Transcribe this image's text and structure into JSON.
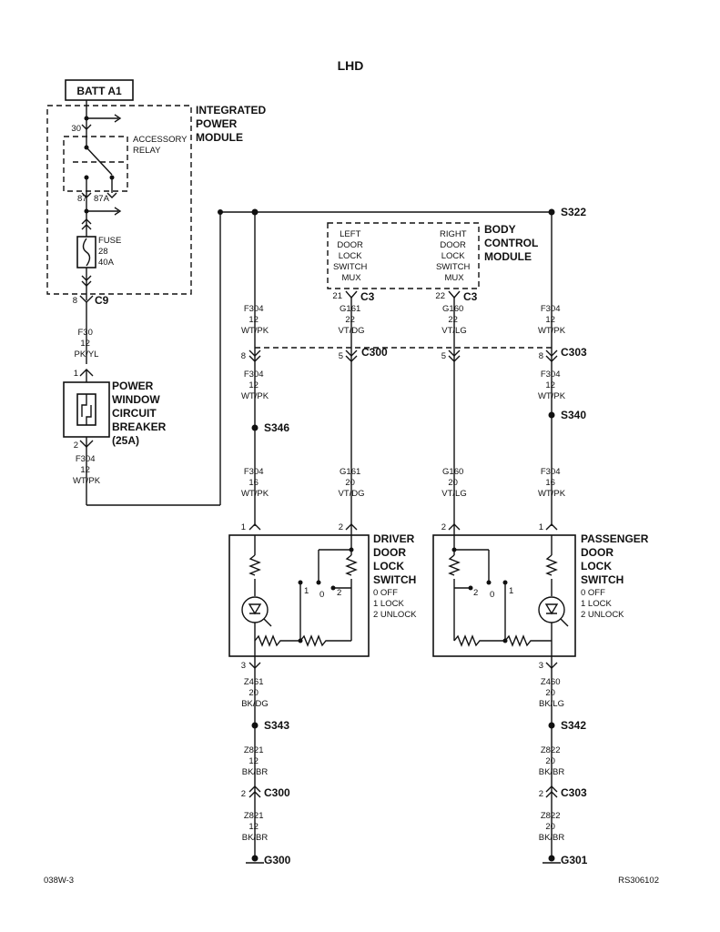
{
  "title": "LHD",
  "batt_label": "BATT A1",
  "ipm": {
    "label": "INTEGRATED POWER MODULE",
    "lines": [
      "INTEGRATED",
      "POWER",
      "MODULE"
    ],
    "relay_lines": [
      "ACCESSORY",
      "RELAY"
    ],
    "pin30": "30",
    "pin87": "87",
    "pin87a": "87A",
    "fuse_lines": [
      "FUSE",
      "28",
      "40A"
    ],
    "c9_pin": "8",
    "c9": "C9"
  },
  "f30_wire": [
    "F30",
    "12",
    "PK/YL"
  ],
  "breaker": {
    "lines": [
      "POWER",
      "WINDOW",
      "CIRCUIT",
      "BREAKER",
      "(25A)"
    ],
    "pin1": "1",
    "pin2": "2"
  },
  "f304_bottom": [
    "F304",
    "12",
    "WT/PK"
  ],
  "bcm": {
    "left_lines": [
      "LEFT",
      "DOOR",
      "LOCK",
      "SWITCH",
      "MUX"
    ],
    "right_lines": [
      "RIGHT",
      "DOOR",
      "LOCK",
      "SWITCH",
      "MUX"
    ],
    "label_lines": [
      "BODY",
      "CONTROL",
      "MODULE"
    ],
    "pin21": "21",
    "pin22": "22",
    "c3": "C3"
  },
  "splices": {
    "s322": "S322",
    "s346": "S346",
    "s340": "S340",
    "s343": "S343",
    "s342": "S342"
  },
  "connectors": {
    "c300": "C300",
    "c303": "C303",
    "pin8": "8",
    "pin5": "5",
    "pin2": "2"
  },
  "wires": {
    "left_upper": [
      "F304",
      "12",
      "WT/PK"
    ],
    "left_mid": [
      "F304",
      "12",
      "WT/PK"
    ],
    "left_low": [
      "F304",
      "16",
      "WT/PK"
    ],
    "g161_upper": [
      "G161",
      "22",
      "VT/DG"
    ],
    "g161_low": [
      "G161",
      "20",
      "VT/DG"
    ],
    "g160_upper": [
      "G160",
      "22",
      "VT/LG"
    ],
    "g160_low": [
      "G160",
      "20",
      "VT/LG"
    ],
    "right_upper": [
      "F304",
      "12",
      "WT/PK"
    ],
    "right_mid": [
      "F304",
      "12",
      "WT/PK"
    ],
    "right_low": [
      "F304",
      "16",
      "WT/PK"
    ],
    "z461": [
      "Z461",
      "20",
      "BK/DG"
    ],
    "z460": [
      "Z460",
      "20",
      "BK/LG"
    ],
    "z821_a": [
      "Z821",
      "12",
      "BK/BR"
    ],
    "z821_b": [
      "Z821",
      "12",
      "BK/BR"
    ],
    "z822_a": [
      "Z822",
      "20",
      "BK/BR"
    ],
    "z822_b": [
      "Z822",
      "20",
      "BK/BR"
    ]
  },
  "driver_switch": {
    "lines": [
      "DRIVER",
      "DOOR",
      "LOCK",
      "SWITCH"
    ],
    "pos": [
      "0 OFF",
      "1 LOCK",
      "2 UNLOCK"
    ],
    "pin1": "1",
    "pin2": "2",
    "pin3": "3",
    "c0": "0",
    "c1": "1",
    "c2": "2"
  },
  "pass_switch": {
    "lines": [
      "PASSENGER",
      "DOOR",
      "LOCK",
      "SWITCH"
    ],
    "pos": [
      "0 OFF",
      "1 LOCK",
      "2 UNLOCK"
    ],
    "pin1": "1",
    "pin2": "2",
    "pin3": "3",
    "c0": "0",
    "c1": "1",
    "c2": "2"
  },
  "grounds": {
    "g300": "G300",
    "g301": "G301"
  },
  "footer_left": "038W-3",
  "footer_right": "RS306102"
}
